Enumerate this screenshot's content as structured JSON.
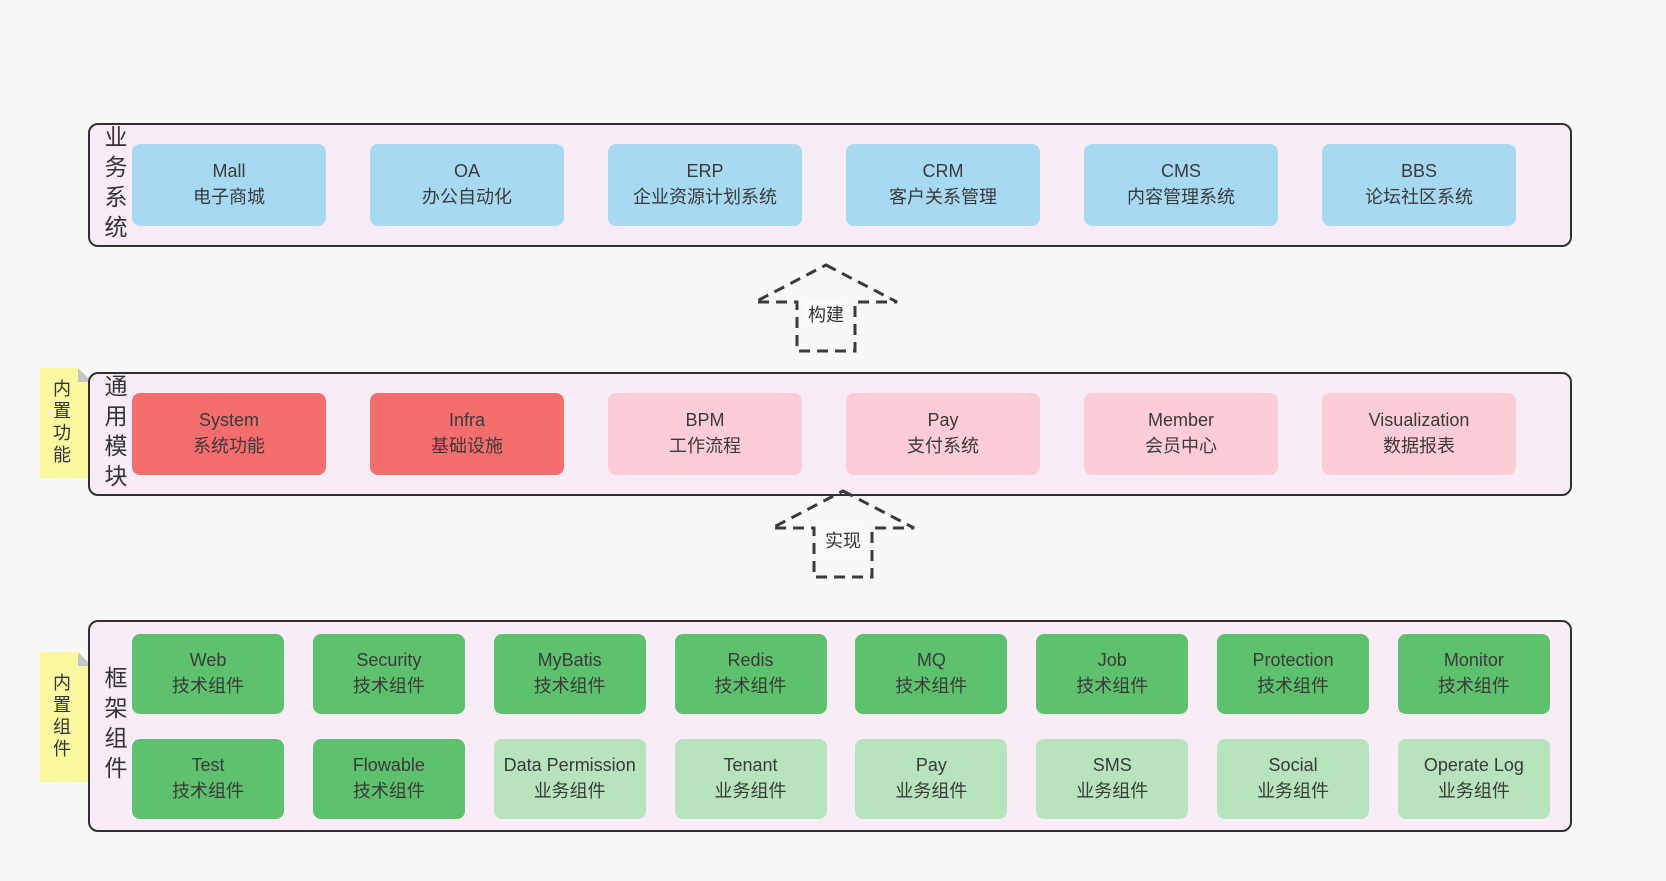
{
  "diagram": {
    "arrows": [
      {
        "label": "构建"
      },
      {
        "label": "实现"
      }
    ],
    "business": {
      "side_label": "业务系统",
      "boxes": [
        {
          "title": "Mall",
          "subtitle": "电子商城"
        },
        {
          "title": "OA",
          "subtitle": "办公自动化"
        },
        {
          "title": "ERP",
          "subtitle": "企业资源计划系统"
        },
        {
          "title": "CRM",
          "subtitle": "客户关系管理"
        },
        {
          "title": "CMS",
          "subtitle": "内容管理系统"
        },
        {
          "title": "BBS",
          "subtitle": "论坛社区系统"
        }
      ]
    },
    "modules": {
      "side_label": "通用模块",
      "tag_label": "内置功能",
      "boxes": [
        {
          "title": "System",
          "subtitle": "系统功能"
        },
        {
          "title": "Infra",
          "subtitle": "基础设施"
        },
        {
          "title": "BPM",
          "subtitle": "工作流程"
        },
        {
          "title": "Pay",
          "subtitle": "支付系统"
        },
        {
          "title": "Member",
          "subtitle": "会员中心"
        },
        {
          "title": "Visualization",
          "subtitle": "数据报表"
        }
      ]
    },
    "components": {
      "side_label": "框架组件",
      "tag_label": "内置组件",
      "row1": [
        {
          "title": "Web",
          "subtitle": "技术组件"
        },
        {
          "title": "Security",
          "subtitle": "技术组件"
        },
        {
          "title": "MyBatis",
          "subtitle": "技术组件"
        },
        {
          "title": "Redis",
          "subtitle": "技术组件"
        },
        {
          "title": "MQ",
          "subtitle": "技术组件"
        },
        {
          "title": "Job",
          "subtitle": "技术组件"
        },
        {
          "title": "Protection",
          "subtitle": "技术组件"
        },
        {
          "title": "Monitor",
          "subtitle": "技术组件"
        }
      ],
      "row2": [
        {
          "title": "Test",
          "subtitle": "技术组件"
        },
        {
          "title": "Flowable",
          "subtitle": "技术组件"
        },
        {
          "title": "Data Permission",
          "subtitle": "业务组件"
        },
        {
          "title": "Tenant",
          "subtitle": "业务组件"
        },
        {
          "title": "Pay",
          "subtitle": "业务组件"
        },
        {
          "title": "SMS",
          "subtitle": "业务组件"
        },
        {
          "title": "Social",
          "subtitle": "业务组件"
        },
        {
          "title": "Operate Log",
          "subtitle": "业务组件"
        }
      ]
    },
    "colors": {
      "page_bg": "#f8f8f8",
      "band_bg": "#f8edf6",
      "band_border": "#303030",
      "blue_box": "#a8d9f3",
      "red_box": "#f56e6e",
      "pink_box": "#fccdd6",
      "green_box": "#5ec16d",
      "light_green_box": "#b7e4bd",
      "tag_bg": "#fbf9a0",
      "tag_fold": "#c6c6c6",
      "text": "#3a3a3a"
    }
  }
}
